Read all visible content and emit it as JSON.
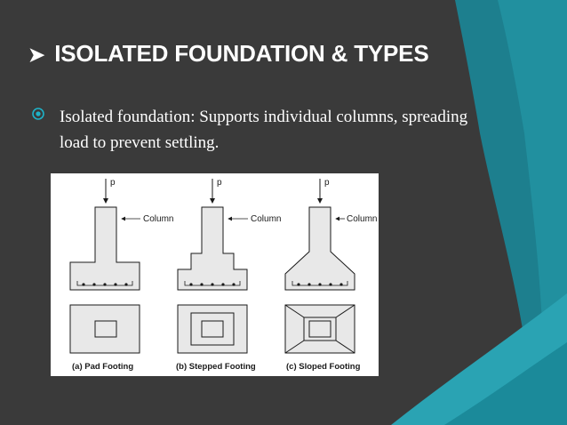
{
  "slide": {
    "title": "ISOLATED FOUNDATION  & TYPES",
    "title_bullet_glyph": "➤",
    "bullet_text": "Isolated foundation: Supports individual columns, spreading load to prevent settling.",
    "colors": {
      "background": "#3a3a3a",
      "teal_dark": "#1d7f8e",
      "teal_light": "#2aa3b3",
      "bullet_icon": "#1eb2c8"
    }
  },
  "figure": {
    "load_label": "p",
    "column_label": "Column",
    "captions": [
      "(a) Pad Footing",
      "(b) Stepped Footing",
      "(c) Sloped Footing"
    ]
  }
}
